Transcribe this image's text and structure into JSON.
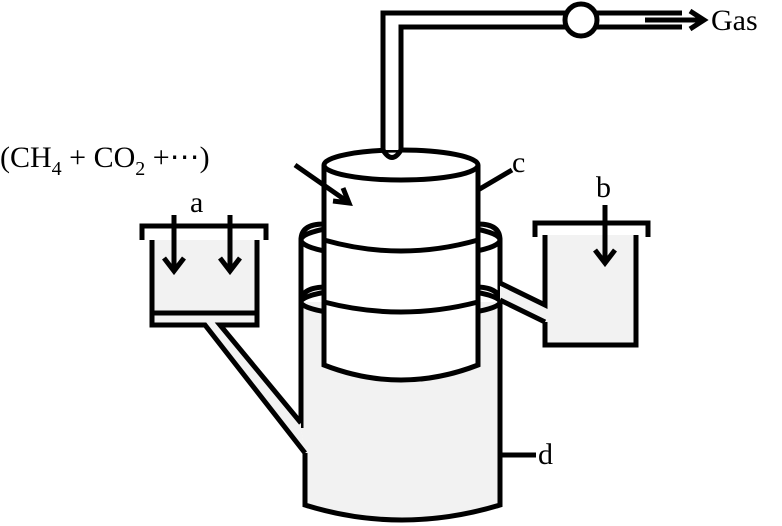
{
  "diagram": {
    "gas_label": "Gas",
    "mixture_label": {
      "open": "(CH",
      "sub1": "4",
      "mid": " + CO",
      "sub2": "2",
      "end": " +⋯)"
    },
    "labels": {
      "a": "a",
      "b": "b",
      "c": "c",
      "d": "d"
    },
    "colors": {
      "liquid": "#f2f2f2",
      "stroke": "#000000"
    }
  }
}
